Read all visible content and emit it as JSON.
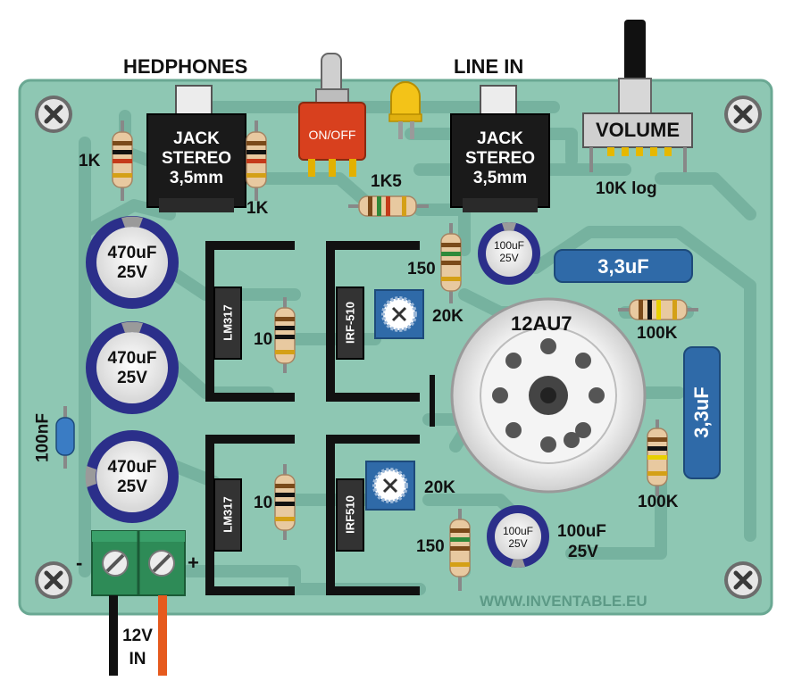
{
  "colors": {
    "board": "#8ec7b3",
    "board_edge": "#6aa893",
    "trace": "#77b3a0",
    "trace_light": "#a4d6c4",
    "heatsink": "#111111",
    "cap_blue": "#2b2f8a",
    "film_cap": "#2f6aa8",
    "terminal_green": "#2e8b57",
    "led_yellow": "#f3c318",
    "switch_red": "#d8401e"
  },
  "labels": {
    "headphones": "HEDPHONES",
    "line_in": "LINE IN",
    "jack_left": [
      "JACK",
      "STEREO",
      "3,5mm"
    ],
    "jack_right": [
      "JACK",
      "STEREO",
      "3,5mm"
    ],
    "switch": "ON/OFF",
    "volume": "VOLUME",
    "volume_value": "10K log",
    "r_1k_left": "1K",
    "r_1k_right": "1K",
    "r_1k5": "1K5",
    "r_150_top": "150",
    "r_150_bottom": "150",
    "r_10_top": "10",
    "r_10_bottom": "10",
    "trim_20k_top": "20K",
    "trim_20k_bottom": "20K",
    "r_100k_top": "100K",
    "r_100k_bottom": "100K",
    "tube": "12AU7",
    "cap_470_1": [
      "470uF",
      "25V"
    ],
    "cap_470_2": [
      "470uF",
      "25V"
    ],
    "cap_470_3": [
      "470uF",
      "25V"
    ],
    "cap_100_top": [
      "100uF",
      "25V"
    ],
    "cap_100_bottom": [
      "100uF",
      "25V"
    ],
    "cap_100_bottom_ext": [
      "100uF",
      "25V"
    ],
    "film_3u3_h": "3,3uF",
    "film_3u3_v": "3,3uF",
    "cap_100nf": "100nF",
    "reg_top": "LM317",
    "reg_bottom": "LM317",
    "mos_top": "IRF-510",
    "mos_bottom": "IRF510",
    "power_in": [
      "12V",
      "IN"
    ],
    "minus": "-",
    "plus": "+",
    "website": "WWW.INVENTABLE.EU"
  }
}
